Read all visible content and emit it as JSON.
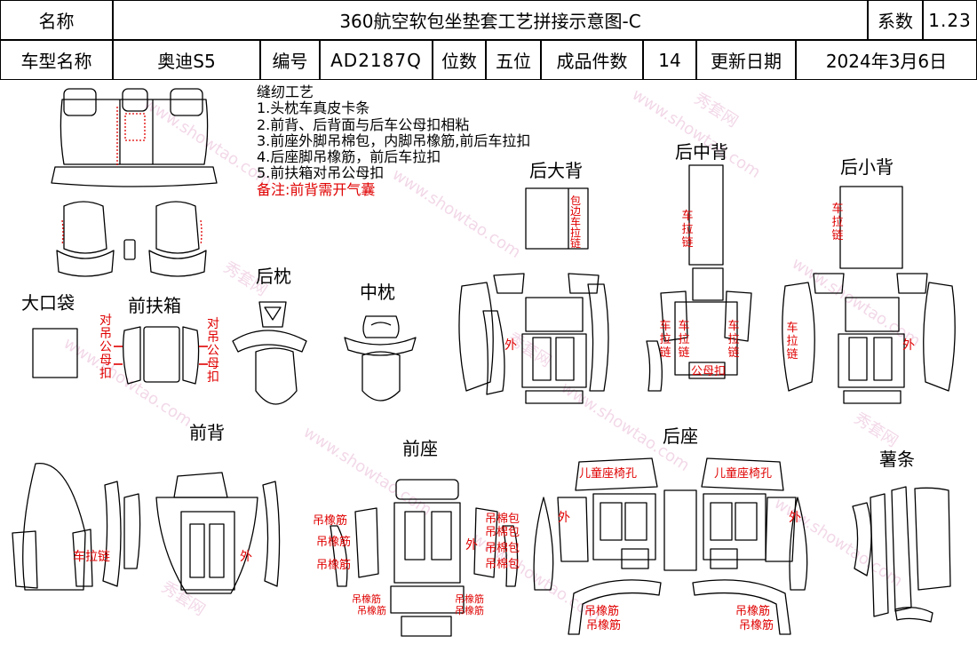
{
  "header": {
    "name_label": "名称",
    "title": "360航空软包坐垫套工艺拼接示意图-C",
    "coef_label": "系数",
    "coef_value": "1.23",
    "model_label": "车型名称",
    "model_value": "奥迪S5",
    "code_label": "编号",
    "code_value": "AD2187Q",
    "seats_label": "位数",
    "seats_value": "五位",
    "pieces_label": "成品件数",
    "pieces_value": "14",
    "date_label": "更新日期",
    "date_value": "2024年3月6日"
  },
  "process": {
    "title": "缝纫工艺",
    "steps": [
      "1.头枕车真皮卡条",
      "2.前背、后背面与后车公母扣相粘",
      "3.前座外脚吊棉包，内脚吊橡筋,前后车拉扣",
      "4.后座脚吊橡筋，前后车拉扣",
      "5.前扶箱对吊公母扣"
    ],
    "note": "备注:前背需开气囊"
  },
  "sections": {
    "big_bag": "大口袋",
    "front_armrest": "前扶箱",
    "rear_headrest": "后枕",
    "mid_headrest": "中枕",
    "rear_big_back": "后大背",
    "rear_mid_back": "后中背",
    "rear_small_back": "后小背",
    "front_back": "前背",
    "front_seat": "前座",
    "rear_seat": "后座",
    "strip": "薯条"
  },
  "annotations": {
    "buckle_pair": "对吊公母扣",
    "edge_zip": "包边车拉链",
    "zip": "车拉链",
    "zip_h": "车拉链",
    "outer": "外",
    "hang_elastic": "吊橡筋",
    "hang_cotton": "吊棉包",
    "hang_cotton2": "吊棉包",
    "hang_cotton_d": "吊棉包",
    "buckle": "公母扣",
    "child_seat_hole": "儿童座椅孔",
    "small_elastic_1": "吊橡筋",
    "small_elastic_2": "吊橡筋"
  },
  "watermark": {
    "text": "www.showtao.com",
    "brand": "秀套网"
  }
}
